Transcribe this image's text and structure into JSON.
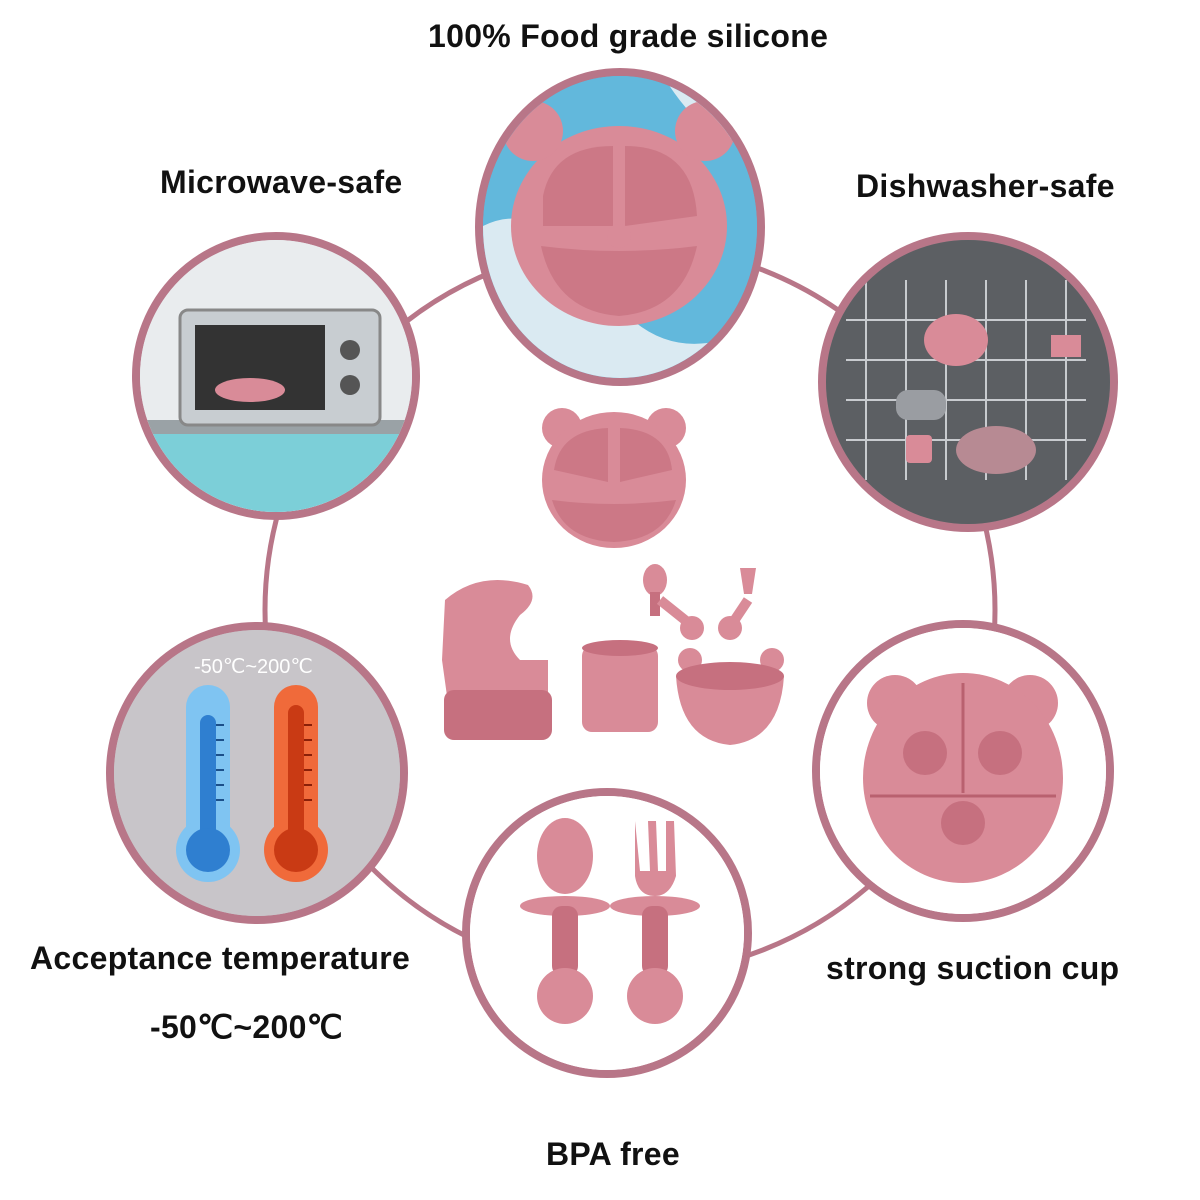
{
  "features": {
    "food_grade": "100% Food grade silicone",
    "microwave": "Microwave-safe",
    "dishwasher": "Dishwasher-safe",
    "temperature": "Acceptance temperature",
    "temperature_range": "-50℃~200℃",
    "thermometer_range": "-50℃~200℃",
    "suction": "strong suction cup",
    "bpa": "BPA free"
  },
  "colors": {
    "ring": "#b87688",
    "silicone_pink": "#d98b98",
    "silicone_pink_dark": "#c6707f",
    "water_blue": "#62b8dc",
    "thermo_blue": "#4a9fe0",
    "thermo_red": "#f05a30"
  }
}
